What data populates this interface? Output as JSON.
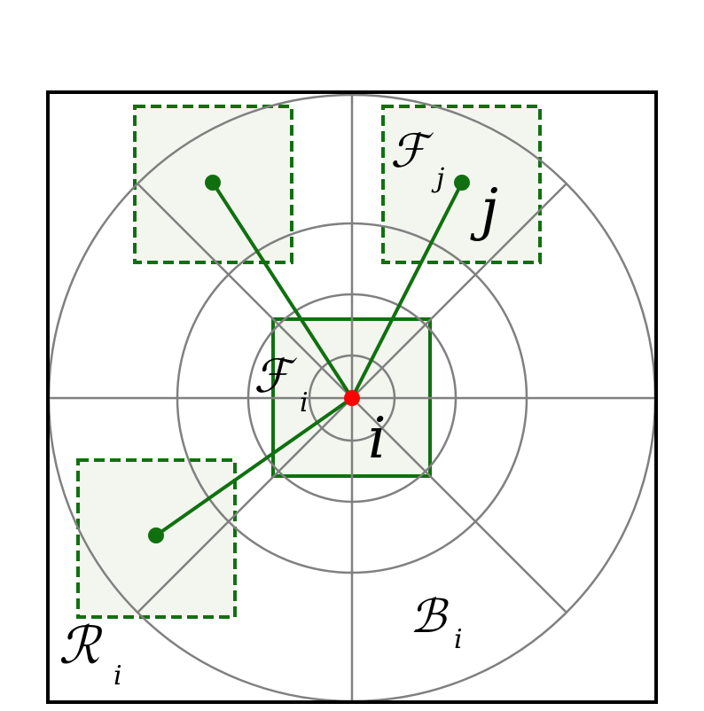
{
  "labels": {
    "F": "ℱ",
    "B": "ℬ",
    "R": "ℛ",
    "i": "i",
    "j": "j"
  },
  "colors": {
    "frame": "#000000",
    "grid": "#808080",
    "green": "#107010",
    "cell_fill": "#f3f6ee",
    "center_point": "#ff0000"
  },
  "icons": {
    "center": "red-dot",
    "neighbors": "green-dot"
  }
}
